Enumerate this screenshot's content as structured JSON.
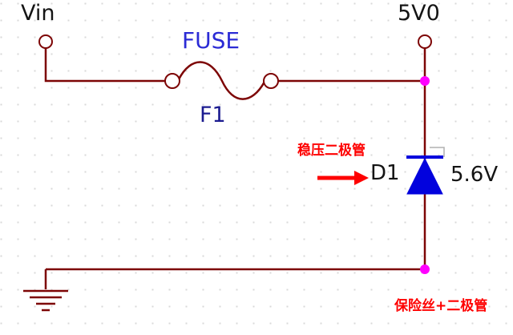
{
  "schematic": {
    "labels": {
      "vin": "Vin",
      "vout": "5V0",
      "fuse_name": "FUSE",
      "fuse_ref": "F1",
      "diode_ref": "D1",
      "diode_value": "5.6V"
    },
    "annotations": {
      "zener_note": "稳压二极管",
      "bottom_note": "保险丝+二极管"
    },
    "colors": {
      "wire": "#7d0505",
      "terminal_fill": "#ffffff",
      "junction_dot": "#ff00ff",
      "diode_fill": "#0202dd",
      "fuse_label_color": "#2b2bd5",
      "ref_label_color": "#1b1b90",
      "annotation_color": "#fe0000",
      "grid_dot_color": "#d9d9d9"
    },
    "icons": {
      "fuse": "fuse-symbol",
      "zener": "zener-diode-symbol",
      "ground": "ground-symbol",
      "terminal": "terminal-pin",
      "arrow": "arrow-right-icon",
      "junction": "junction-dot"
    }
  }
}
